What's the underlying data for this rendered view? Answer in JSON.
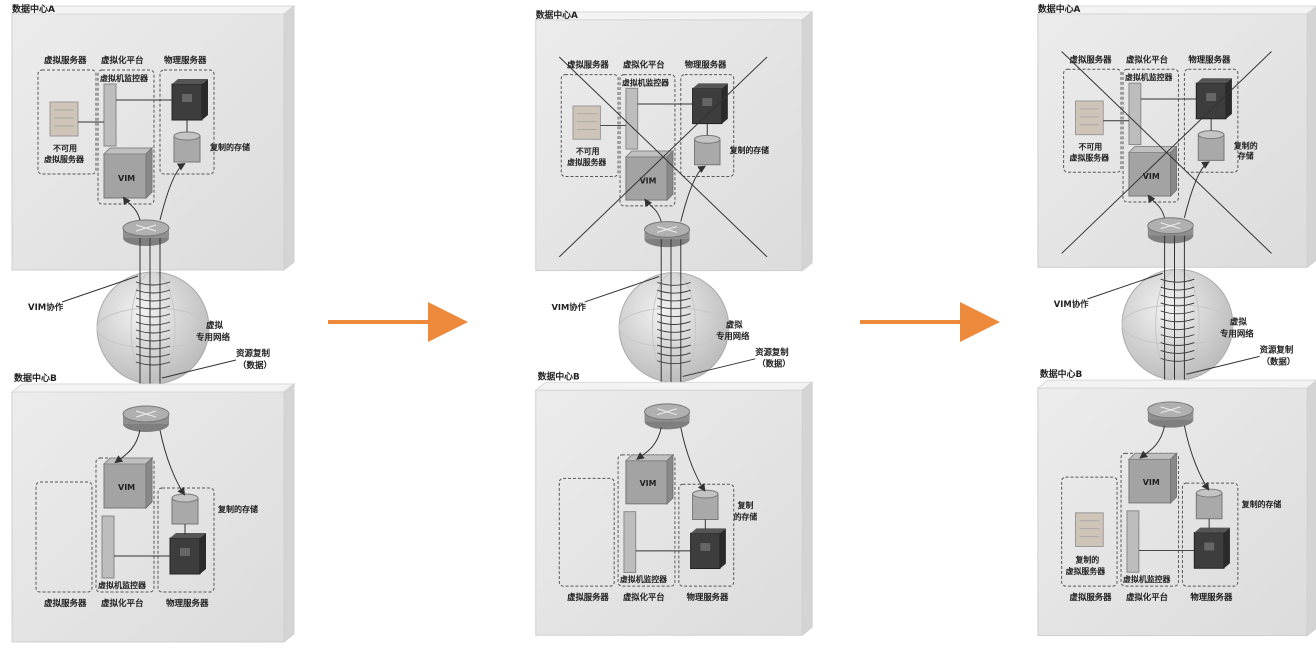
{
  "colors": {
    "arrow": "#ee8a3c",
    "box_fill": "#e8e8e8",
    "box_edge": "#cfcfcf",
    "router": "#8a8a8a",
    "server_dark": "#3c3c3c",
    "storage": "#a9a9a9",
    "vim": "#9a9a9a",
    "globe": "#d6d6d6"
  },
  "panels": [
    {
      "dc_a": {
        "title": "数据中心A",
        "virtual_servers": "虚拟服务器",
        "virt_platform": "虚拟化平台",
        "physical_servers": "物理服务器",
        "hypervisor": "虚拟机监控器",
        "unavailable_1": "不可用",
        "unavailable_2": "虚拟服务器",
        "vim": "VIM",
        "storage": "复制的存储",
        "storage_2": "",
        "crossed": false
      },
      "network": {
        "vim_collab": "VIM协作",
        "vpn_1": "虚拟",
        "vpn_2": "专用网络",
        "replication_1": "资源复制",
        "replication_2": "（数据）"
      },
      "dc_b": {
        "title": "数据中心B",
        "virtual_servers": "虚拟服务器",
        "virt_platform": "虚拟化平台",
        "physical_servers": "物理服务器",
        "hypervisor": "虚拟机监控器",
        "vim": "VIM",
        "storage": "复制的存储",
        "storage_2": "",
        "replicated_vs_1": "",
        "replicated_vs_2": ""
      }
    },
    {
      "dc_a": {
        "title": "数据中心A",
        "virtual_servers": "虚拟服务器",
        "virt_platform": "虚拟化平台",
        "physical_servers": "物理服务器",
        "hypervisor": "虚拟机监控器",
        "unavailable_1": "不可用",
        "unavailable_2": "虚拟服务器",
        "vim": "VIM",
        "storage": "复制的存储",
        "storage_2": "",
        "crossed": true
      },
      "network": {
        "vim_collab": "VIM协作",
        "vpn_1": "虚拟",
        "vpn_2": "专用网络",
        "replication_1": "资源复制",
        "replication_2": "（数据）"
      },
      "dc_b": {
        "title": "数据中心B",
        "virtual_servers": "虚拟服务器",
        "virt_platform": "虚拟化平台",
        "physical_servers": "物理服务器",
        "hypervisor": "虚拟机监控器",
        "vim": "VIM",
        "storage": "复制",
        "storage_2": "的存储",
        "replicated_vs_1": "",
        "replicated_vs_2": ""
      }
    },
    {
      "dc_a": {
        "title": "数据中心A",
        "virtual_servers": "虚拟服务器",
        "virt_platform": "虚拟化平台",
        "physical_servers": "物理服务器",
        "hypervisor": "虚拟机监控器",
        "unavailable_1": "不可用",
        "unavailable_2": "虚拟服务器",
        "vim": "VIM",
        "storage": "复制的",
        "storage_2": "存储",
        "crossed": true
      },
      "network": {
        "vim_collab": "VIM协作",
        "vpn_1": "虚拟",
        "vpn_2": "专用网络",
        "replication_1": "资源复制",
        "replication_2": "（数据）"
      },
      "dc_b": {
        "title": "数据中心B",
        "virtual_servers": "虚拟服务器",
        "virt_platform": "虚拟化平台",
        "physical_servers": "物理服务器",
        "hypervisor": "虚拟机监控器",
        "vim": "VIM",
        "storage": "复制的存储",
        "storage_2": "",
        "replicated_vs_1": "复制的",
        "replicated_vs_2": "虚拟服务器"
      }
    }
  ]
}
